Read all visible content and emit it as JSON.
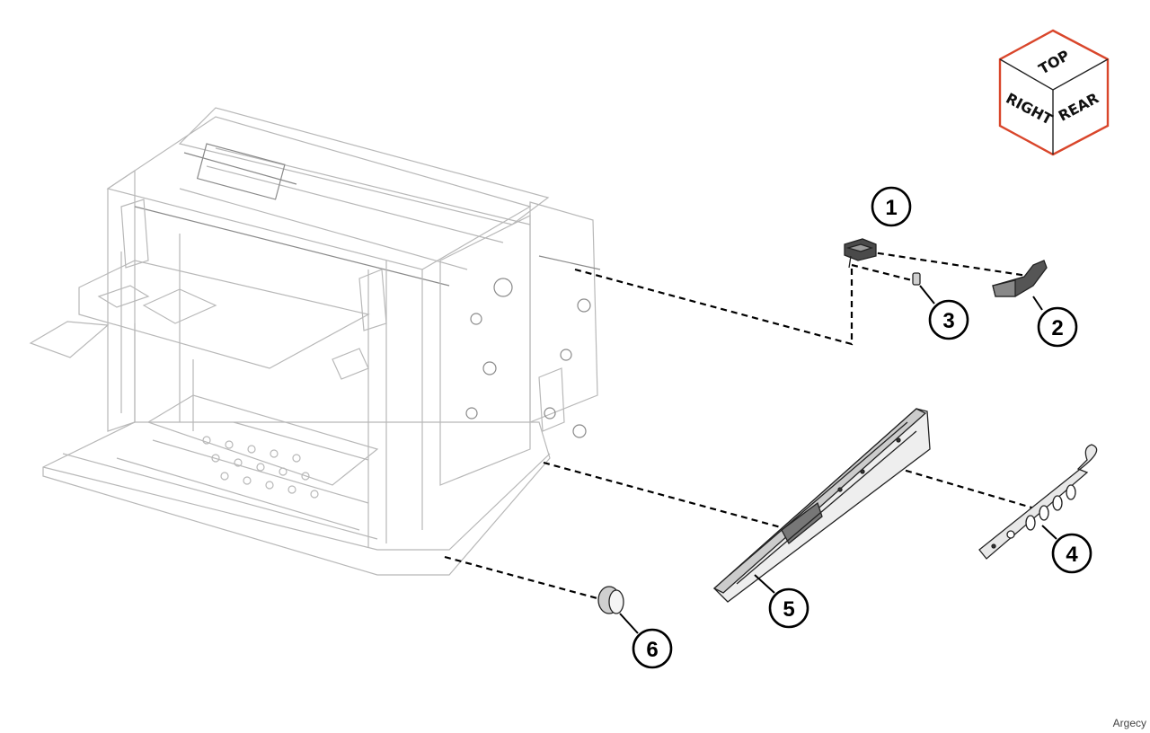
{
  "orientation_cube": {
    "top_label": "TOP",
    "right_label": "RIGHT",
    "rear_label": "REAR",
    "accent_color": "#d9462b"
  },
  "callouts": [
    {
      "number": "1"
    },
    {
      "number": "2"
    },
    {
      "number": "3"
    },
    {
      "number": "4"
    },
    {
      "number": "5"
    },
    {
      "number": "6"
    }
  ],
  "watermark": "Argecy"
}
